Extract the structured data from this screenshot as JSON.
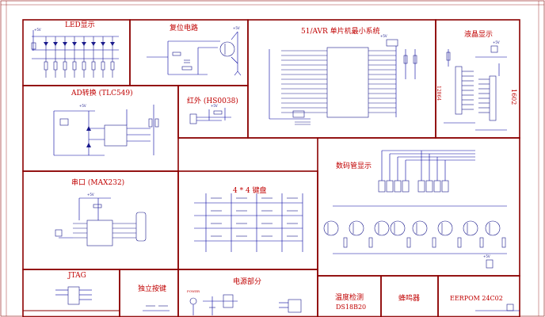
{
  "colors": {
    "border": "#8b0000",
    "wire": "#0000a0",
    "text": "#c00000",
    "component": "#1a1a8c"
  },
  "panels": {
    "led": {
      "title": "LED显示"
    },
    "reset": {
      "title": "复位电路"
    },
    "mcu": {
      "title": "51/AVR 单片机最小系统"
    },
    "lcd": {
      "title": "液晶显示",
      "label_12864": "12864",
      "label_1602": "1602"
    },
    "adc": {
      "title": "AD转换 (TLC549)"
    },
    "ir": {
      "title": "红外 (HS0038)"
    },
    "seg": {
      "title": "数码管显示"
    },
    "uart": {
      "title": "串口 (MAX232)"
    },
    "keypad": {
      "title": "4 * 4 键盘"
    },
    "jtag": {
      "title": "JTAG"
    },
    "button": {
      "title": "独立按键"
    },
    "power": {
      "title": "电源部分",
      "power_label": "POWER"
    },
    "ds18b20": {
      "title_line1": "温度检测",
      "title_line2": "DS18B20"
    },
    "buzzer": {
      "title": "蜂鸣器"
    },
    "eeprom": {
      "title": "EERPOM 24C02"
    }
  }
}
